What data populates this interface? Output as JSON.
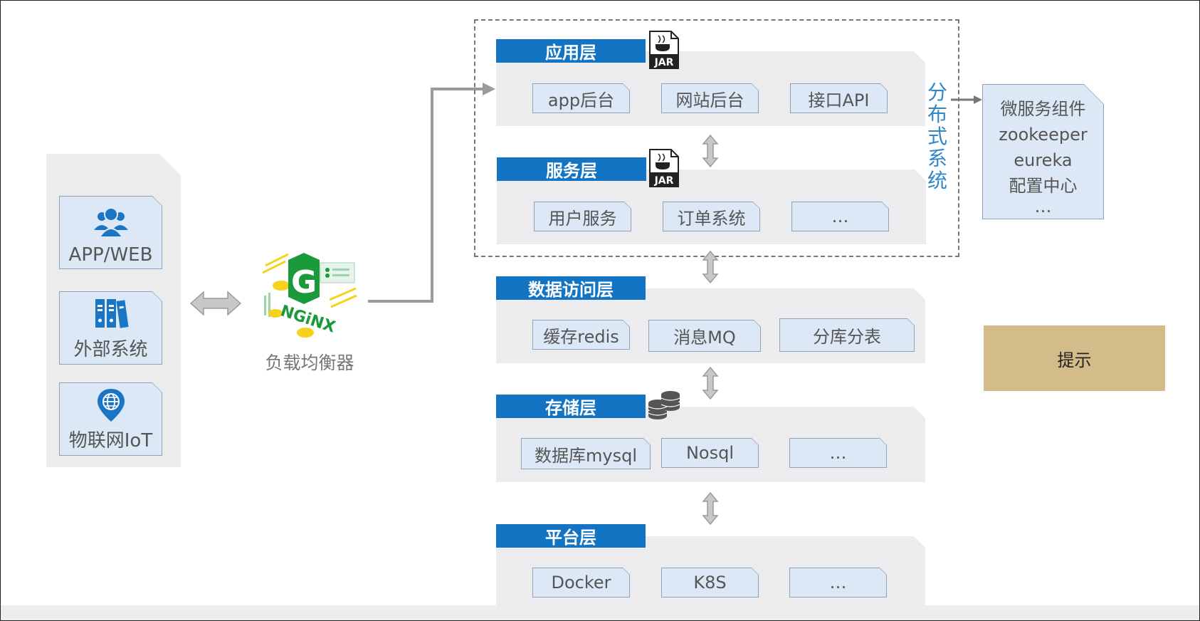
{
  "clients": [
    {
      "label": "APP/WEB",
      "icon": "users-icon"
    },
    {
      "label": "外部系统",
      "icon": "binders-icon"
    },
    {
      "label": "物联网IoT",
      "icon": "globe-pin-icon"
    }
  ],
  "load_balancer": {
    "label": "负载均衡器",
    "logo_text": "NGiNX"
  },
  "layers": [
    {
      "title": "应用层",
      "items": [
        "app后台",
        "网站后台",
        "接口API"
      ],
      "badge": "JAR"
    },
    {
      "title": "服务层",
      "items": [
        "用户服务",
        "订单系统",
        "…"
      ],
      "badge": "JAR"
    },
    {
      "title": "数据访问层",
      "items": [
        "缓存redis",
        "消息MQ",
        "分库分表"
      ]
    },
    {
      "title": "存储层",
      "items": [
        "数据库mysql",
        "Nosql",
        "…"
      ]
    },
    {
      "title": "平台层",
      "items": [
        "Docker",
        "K8S",
        "…"
      ]
    }
  ],
  "distributed_label": "分布式系统",
  "microservice": {
    "lines": [
      "微服务组件",
      "zookeeper",
      "eureka",
      "配置中心",
      "…"
    ]
  },
  "tip": "提示",
  "colors": {
    "layer_title": "#1474c4",
    "tip_bg": "#d3bc8a",
    "card_bg": "#dce8f5",
    "panel_bg": "#ececec",
    "logo_green": "#1a9a3a"
  }
}
